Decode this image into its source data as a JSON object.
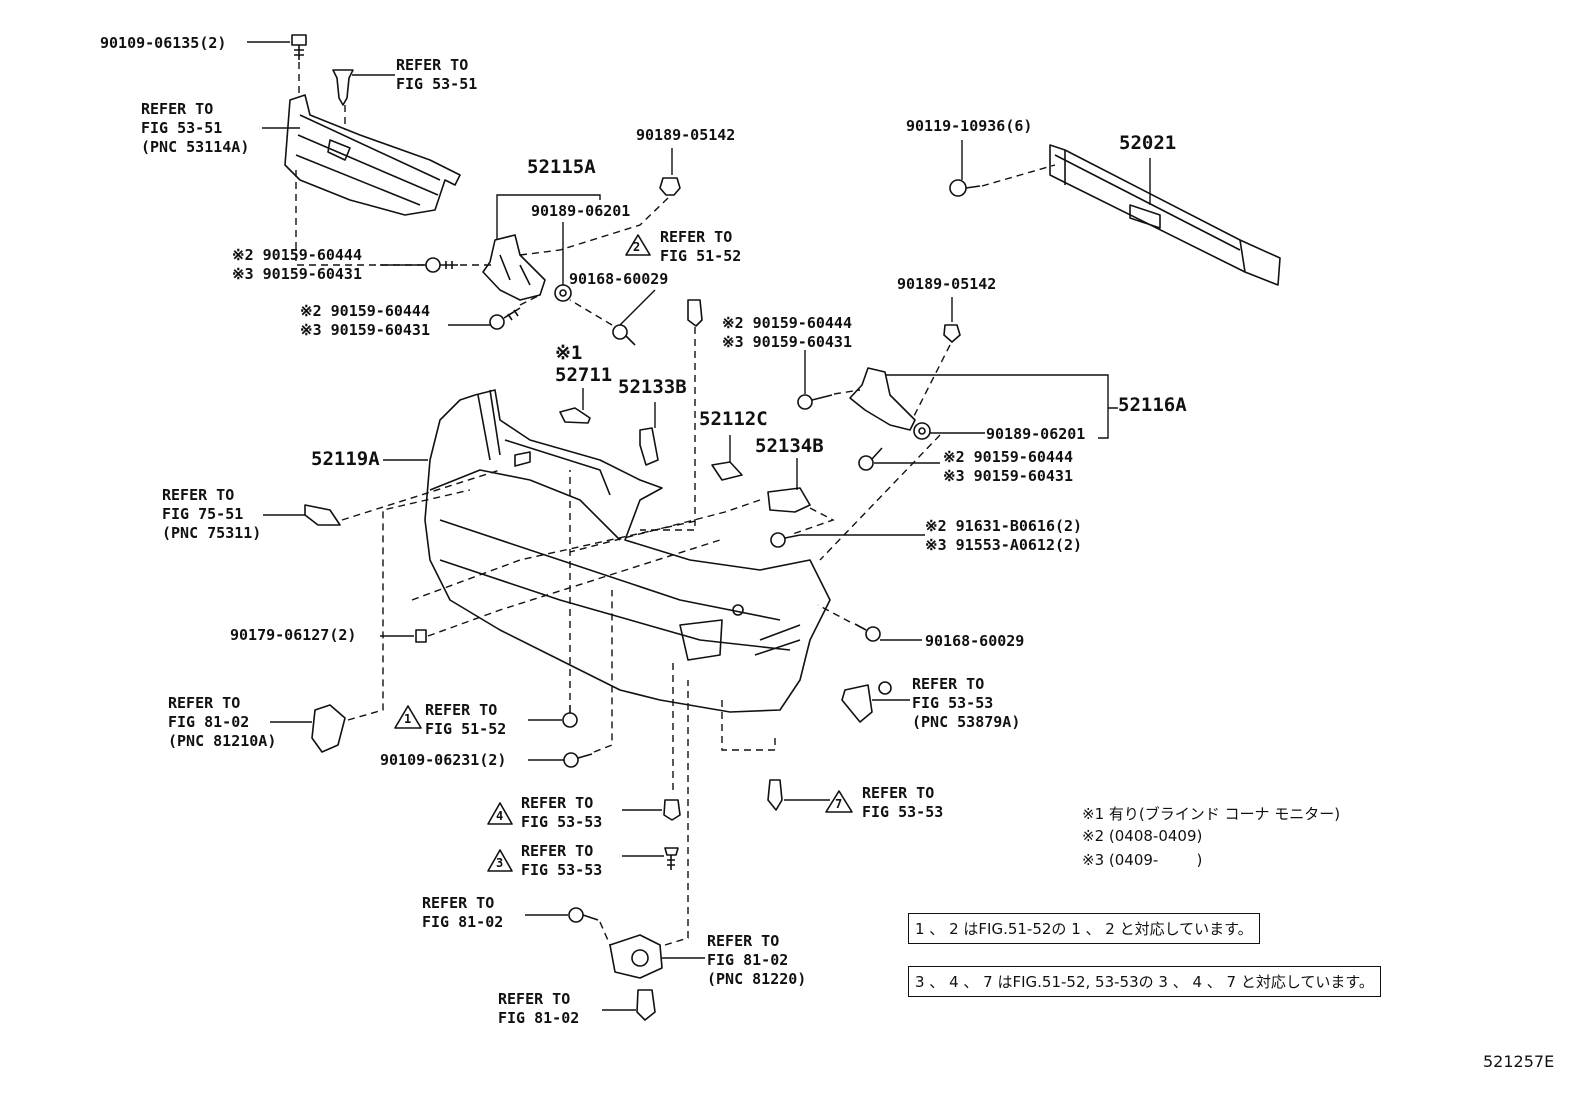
{
  "labels": {
    "p_90109_06135": "90109-06135(2)",
    "refer_53_51_a": "REFER TO\nFIG 53-51",
    "refer_53_51_b": "REFER TO\nFIG 53-51\n(PNC 53114A)",
    "p_52115a": "52115A",
    "p_90189_05142_a": "90189-05142",
    "p_90189_06201_a": "90189-06201",
    "refer_51_52_a": "REFER TO\nFIG 51-52",
    "p_90159_grp1": "※2 90159-60444\n※3 90159-60431",
    "p_90168_60029_a": "90168-60029",
    "p_90159_grp2": "※2 90159-60444\n※3 90159-60431",
    "p_90119_10936": "90119-10936(6)",
    "p_52021": "52021",
    "p_90189_05142_b": "90189-05142",
    "p_90159_grp3": "※2 90159-60444\n※3 90159-60431",
    "p_52711": "※1\n52711",
    "p_52133b": "52133B",
    "p_52112c": "52112C",
    "p_52116a": "52116A",
    "p_90189_06201_b": "90189-06201",
    "p_90159_grp4": "※2 90159-60444\n※3 90159-60431",
    "p_52119a": "52119A",
    "p_52134b": "52134B",
    "refer_75_51": "REFER TO\nFIG 75-51\n(PNC 75311)",
    "p_91631_grp": "※2 91631-B0616(2)\n※3 91553-A0612(2)",
    "p_90179_06127": "90179-06127(2)",
    "p_90168_60029_b": "90168-60029",
    "refer_53_53_a": "REFER TO\nFIG 53-53\n(PNC 53879A)",
    "refer_81_02_a": "REFER TO\nFIG 81-02\n(PNC 81210A)",
    "refer_51_52_b": "REFER TO\nFIG 51-52",
    "p_90109_06231": "90109-06231(2)",
    "refer_53_53_b": "REFER TO\nFIG 53-53",
    "refer_53_53_c": "REFER TO\nFIG 53-53",
    "refer_53_53_d": "REFER TO\nFIG 53-53",
    "refer_81_02_b": "REFER TO\nFIG 81-02",
    "refer_81_02_c": "REFER TO\nFIG 81-02\n(PNC 81220)",
    "refer_81_02_d": "REFER TO\nFIG 81-02",
    "tri_2": "2",
    "tri_1": "1",
    "tri_4": "4",
    "tri_3": "3",
    "tri_7": "7",
    "diagram_id": "521257E"
  },
  "notes": {
    "n1": "※1 有り(ブラインド コーナ モニター)",
    "n2": "※2 (0408-0409)",
    "n3": "※3 (0409-        )"
  },
  "boxes": {
    "box1": "1 、 2 はFIG.51-52の 1 、 2 と対応しています。",
    "box2": "3 、 4 、 7 はFIG.51-52, 53-53の 3 、 4 、 7 と対応しています。"
  }
}
